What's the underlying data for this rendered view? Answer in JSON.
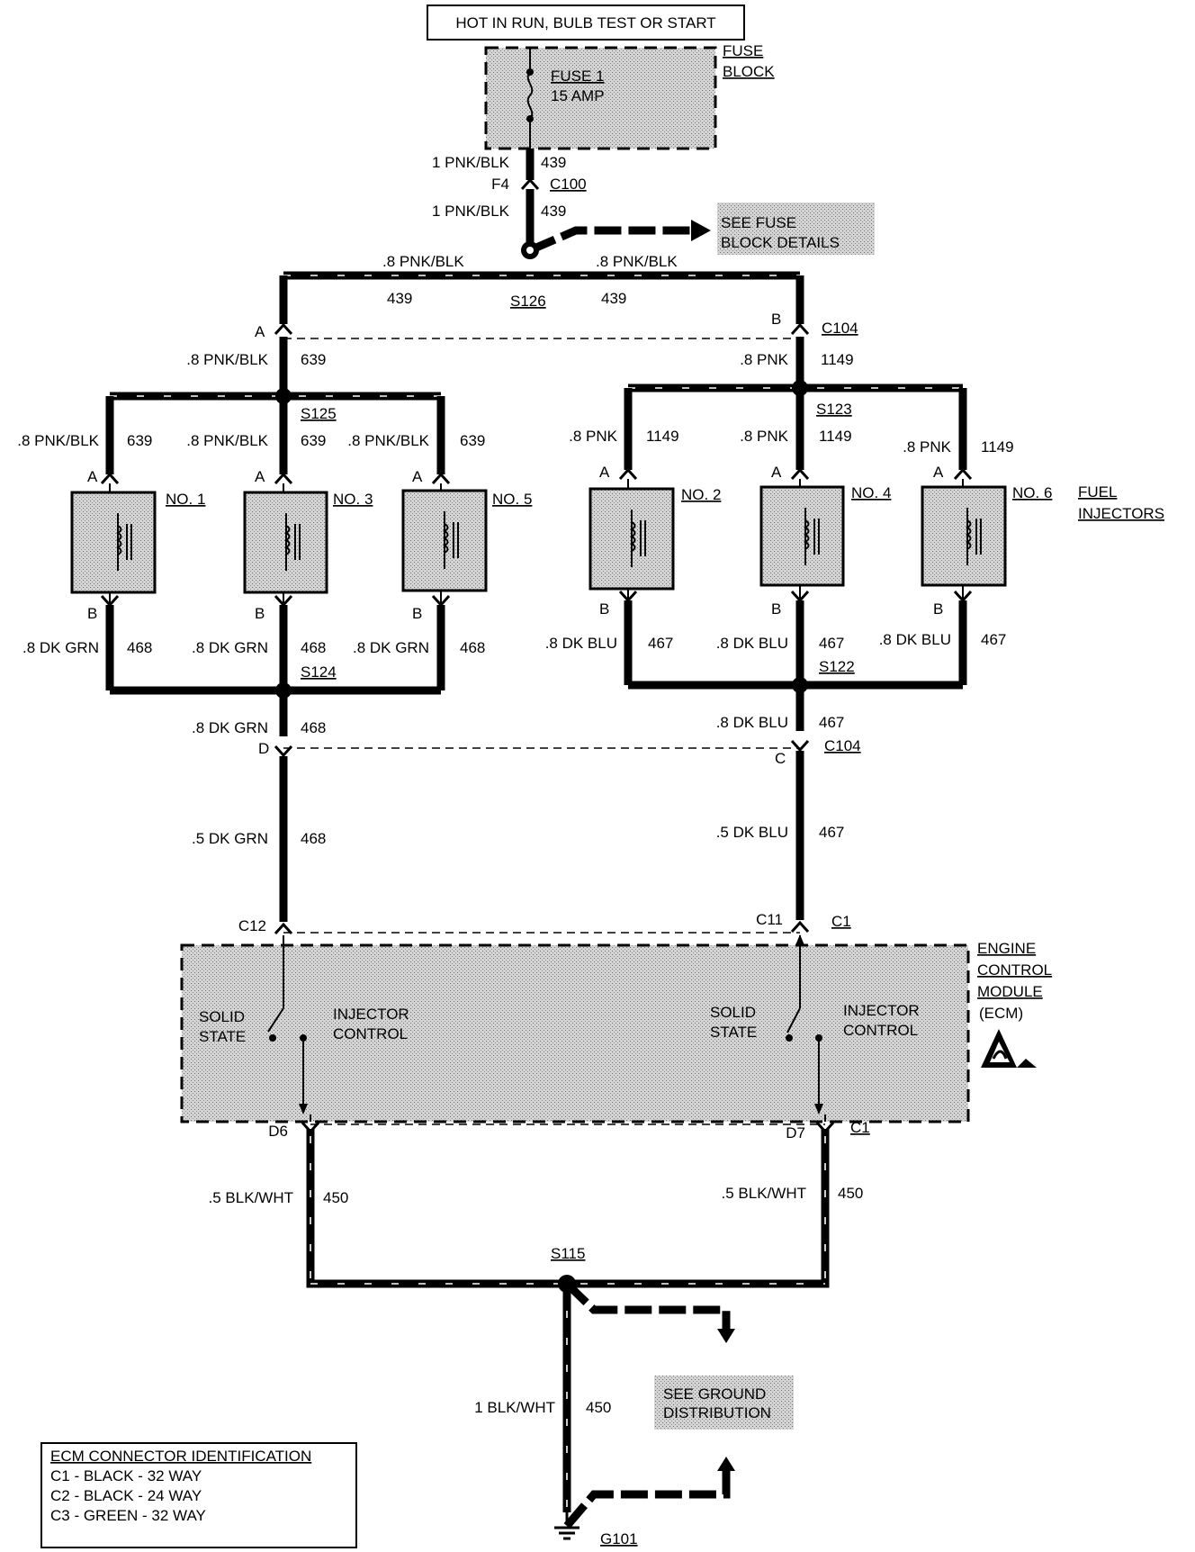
{
  "header": {
    "power_label": "HOT IN RUN, BULB TEST OR START"
  },
  "fuse_block": {
    "label_line1": "FUSE",
    "label_line2": "BLOCK",
    "fuse_name": "FUSE 1",
    "fuse_rating": "15 AMP"
  },
  "feed": {
    "upper_wire": "1 PNK/BLK",
    "upper_circuit": "439",
    "connector_pin": "F4",
    "connector": "C100",
    "lower_wire": "1 PNK/BLK",
    "lower_circuit": "439"
  },
  "see_fuse_details": {
    "line1": "SEE FUSE",
    "line2": "BLOCK DETAILS"
  },
  "splice_s126": {
    "name": "S126",
    "left_wire": ".8 PNK/BLK",
    "left_circuit": "439",
    "right_wire": ".8 PNK/BLK",
    "right_circuit": "439"
  },
  "c104_top": {
    "left_pin": "A",
    "right_pin": "B",
    "connector": "C104"
  },
  "bank_left_supply": {
    "wire": ".8 PNK/BLK",
    "circuit": "639",
    "splice": "S125"
  },
  "bank_right_supply": {
    "wire": ".8 PNK",
    "circuit": "1149",
    "splice": "S123"
  },
  "injectors_label": {
    "line1": "FUEL",
    "line2": "INJECTORS"
  },
  "injectors": [
    {
      "name": "NO. 1",
      "pin_a": "A",
      "pin_b": "B",
      "supply_wire": ".8 PNK/BLK",
      "supply_circuit": "639",
      "return_wire": ".8 DK GRN",
      "return_circuit": "468"
    },
    {
      "name": "NO. 3",
      "pin_a": "A",
      "pin_b": "B",
      "supply_wire": ".8 PNK/BLK",
      "supply_circuit": "639",
      "return_wire": ".8 DK GRN",
      "return_circuit": "468"
    },
    {
      "name": "NO. 5",
      "pin_a": "A",
      "pin_b": "B",
      "supply_wire": ".8 PNK/BLK",
      "supply_circuit": "639",
      "return_wire": ".8 DK GRN",
      "return_circuit": "468"
    },
    {
      "name": "NO. 2",
      "pin_a": "A",
      "pin_b": "B",
      "supply_wire": ".8 PNK",
      "supply_circuit": "1149",
      "return_wire": ".8 DK BLU",
      "return_circuit": "467"
    },
    {
      "name": "NO. 4",
      "pin_a": "A",
      "pin_b": "B",
      "supply_wire": ".8 PNK",
      "supply_circuit": "1149",
      "return_wire": ".8 DK BLU",
      "return_circuit": "467"
    },
    {
      "name": "NO. 6",
      "pin_a": "A",
      "pin_b": "B",
      "supply_wire": ".8 PNK",
      "supply_circuit": "1149",
      "return_wire": ".8 DK BLU",
      "return_circuit": "467"
    }
  ],
  "splice_s124": {
    "name": "S124",
    "wire": ".8 DK GRN",
    "circuit": "468"
  },
  "splice_s122": {
    "name": "S122",
    "wire": ".8 DK BLU",
    "circuit": "467"
  },
  "c104_bottom": {
    "left_pin": "D",
    "right_pin": "C",
    "connector": "C104"
  },
  "ecm_feed": {
    "left_wire": ".5 DK GRN",
    "left_circuit": "468",
    "left_pin": "C12",
    "right_wire": ".5 DK BLU",
    "right_circuit": "467",
    "right_pin": "C11",
    "connector": "C1"
  },
  "ecm": {
    "label_line1": "ENGINE",
    "label_line2": "CONTROL",
    "label_line3": "MODULE",
    "label_line4": "(ECM)",
    "solid_state_line1": "SOLID",
    "solid_state_line2": "STATE",
    "injector_control_line1": "INJECTOR",
    "injector_control_line2": "CONTROL",
    "esd_icon": "esd-warning-icon"
  },
  "ecm_ground": {
    "left_pin": "D6",
    "right_pin": "D7",
    "connector": "C1",
    "left_wire": ".5 BLK/WHT",
    "left_circuit": "450",
    "right_wire": ".5 BLK/WHT",
    "right_circuit": "450",
    "splice": "S115"
  },
  "ground_feed": {
    "wire": "1 BLK/WHT",
    "circuit": "450",
    "ground": "G101",
    "ground_icon": "ground-icon"
  },
  "see_ground": {
    "line1": "SEE GROUND",
    "line2": "DISTRIBUTION"
  },
  "connector_id": {
    "title": "ECM CONNECTOR IDENTIFICATION",
    "rows": [
      "C1 - BLACK - 32 WAY",
      "C2 - BLACK - 24 WAY",
      "C3 - GREEN - 32 WAY"
    ]
  }
}
